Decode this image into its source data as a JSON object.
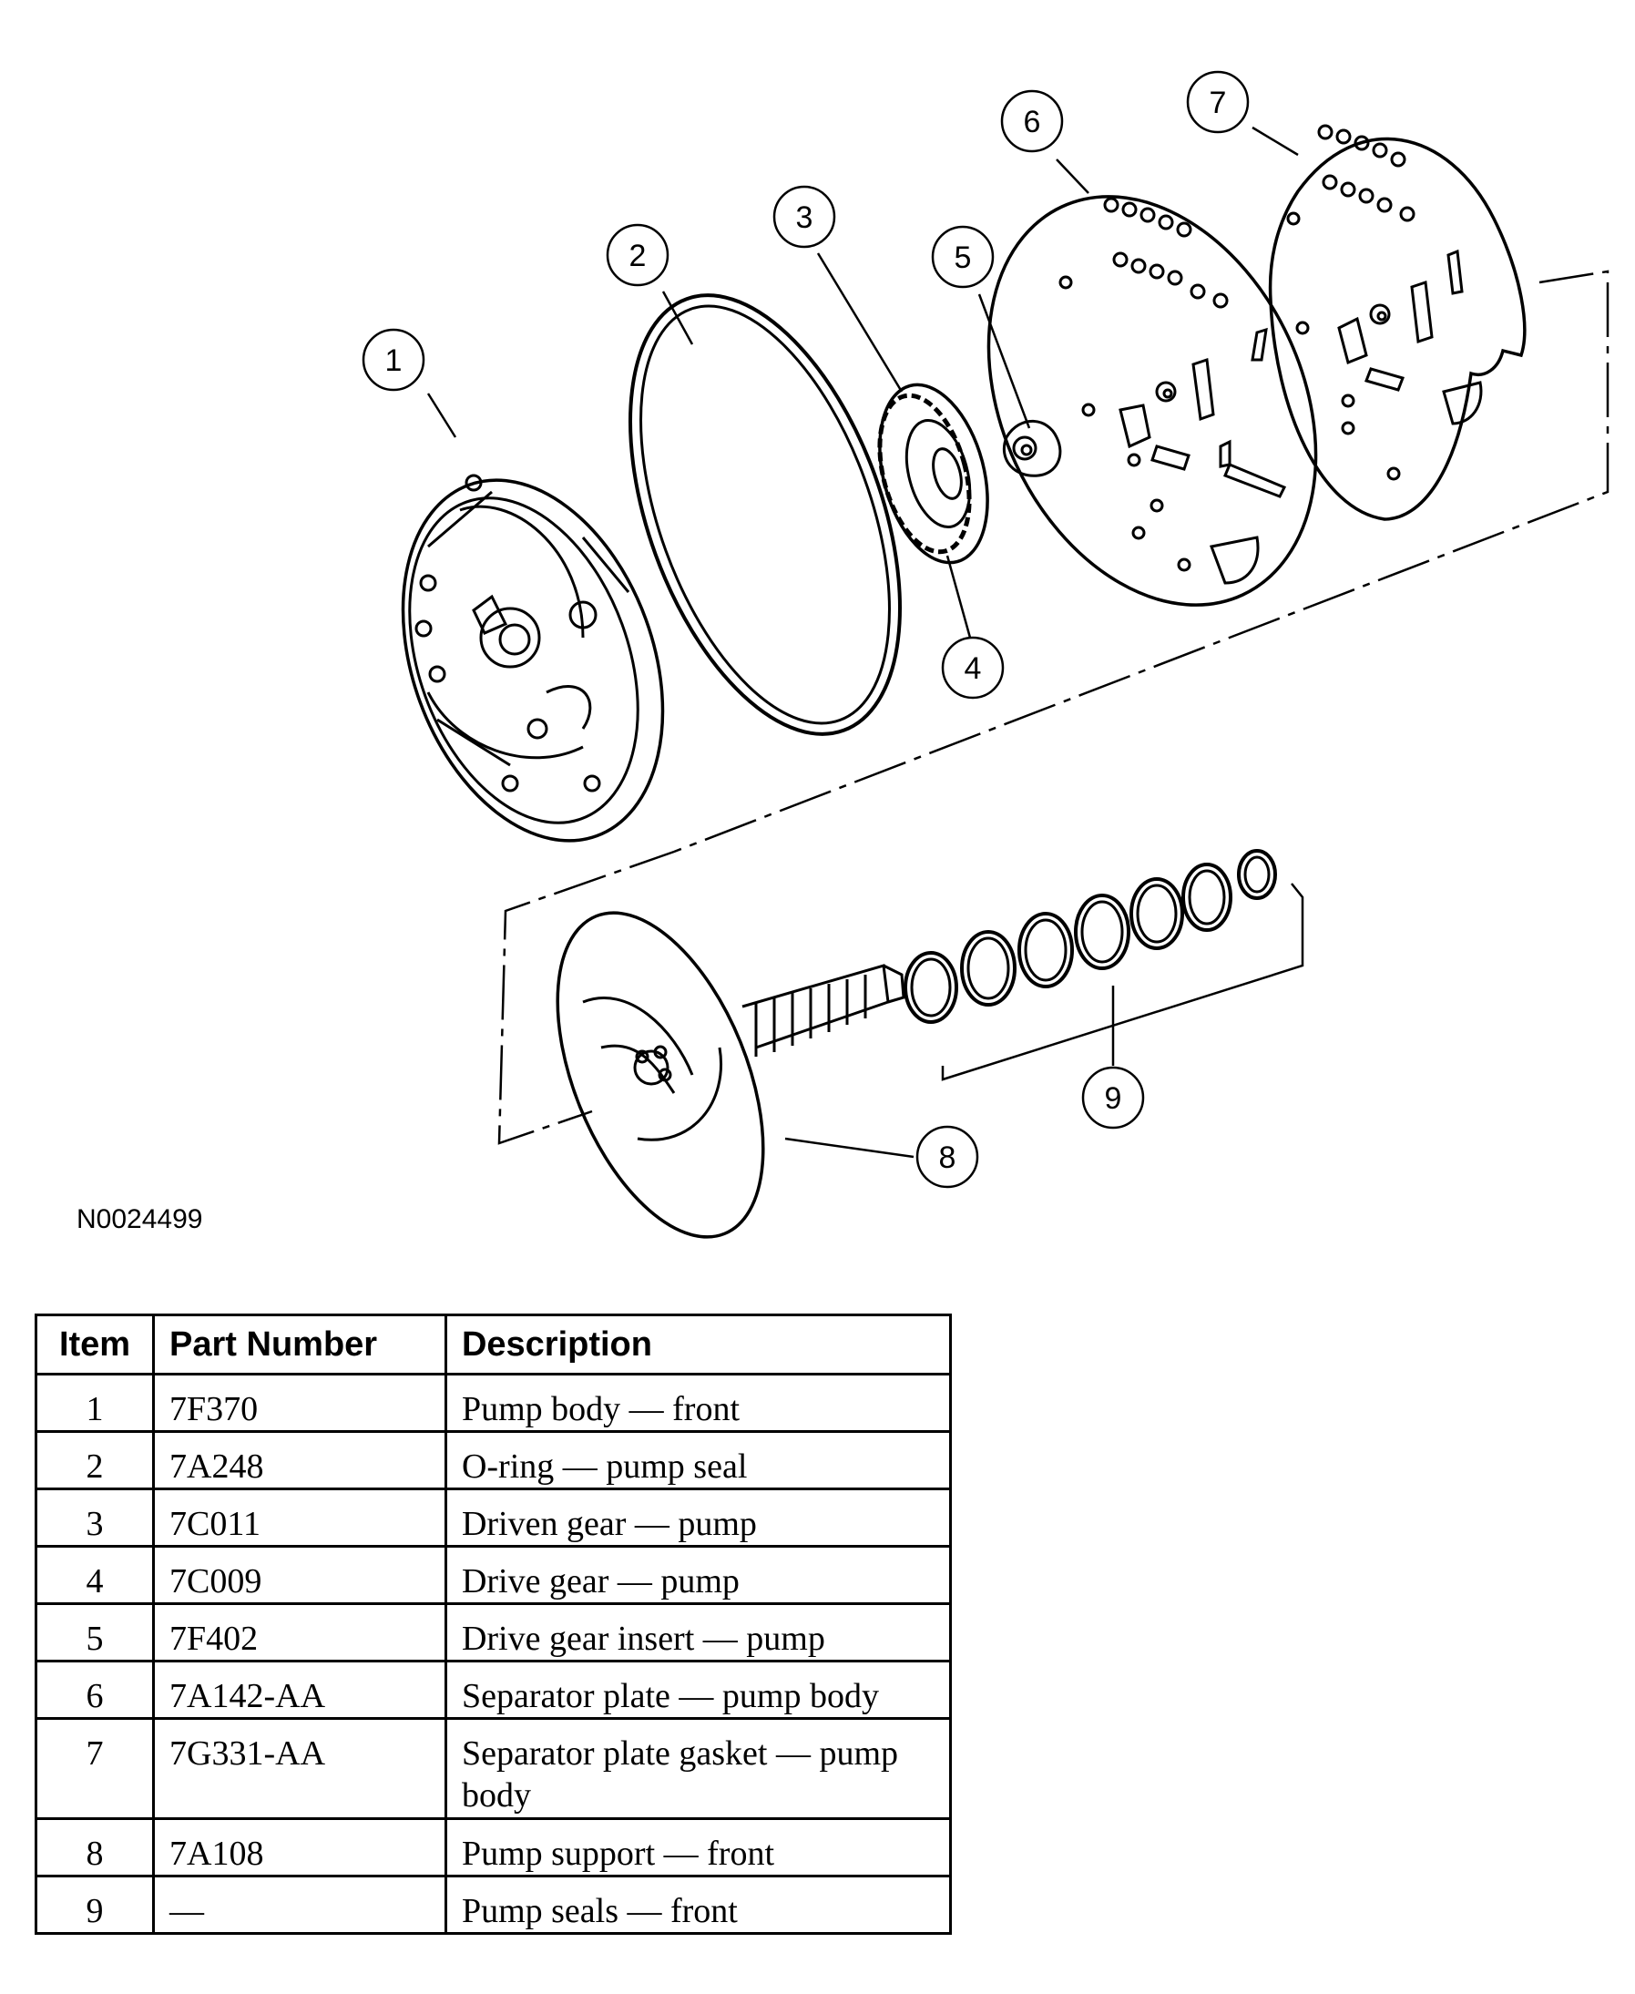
{
  "figure_id": "N0024499",
  "callouts": [
    "1",
    "2",
    "3",
    "4",
    "5",
    "6",
    "7",
    "8",
    "9"
  ],
  "table": {
    "headers": [
      "Item",
      "Part Number",
      "Description"
    ],
    "rows": [
      {
        "item": "1",
        "part": "7F370",
        "desc": "Pump body — front"
      },
      {
        "item": "2",
        "part": "7A248",
        "desc": "O-ring — pump seal"
      },
      {
        "item": "3",
        "part": "7C011",
        "desc": "Driven gear — pump"
      },
      {
        "item": "4",
        "part": "7C009",
        "desc": "Drive gear — pump"
      },
      {
        "item": "5",
        "part": "7F402",
        "desc": "Drive gear insert — pump"
      },
      {
        "item": "6",
        "part": "7A142-AA",
        "desc": "Separator plate — pump body"
      },
      {
        "item": "7",
        "part": "7G331-AA",
        "desc": "Separator plate gasket — pump body"
      },
      {
        "item": "8",
        "part": "7A108",
        "desc": "Pump support — front"
      },
      {
        "item": "9",
        "part": "—",
        "desc": "Pump seals — front"
      }
    ]
  }
}
